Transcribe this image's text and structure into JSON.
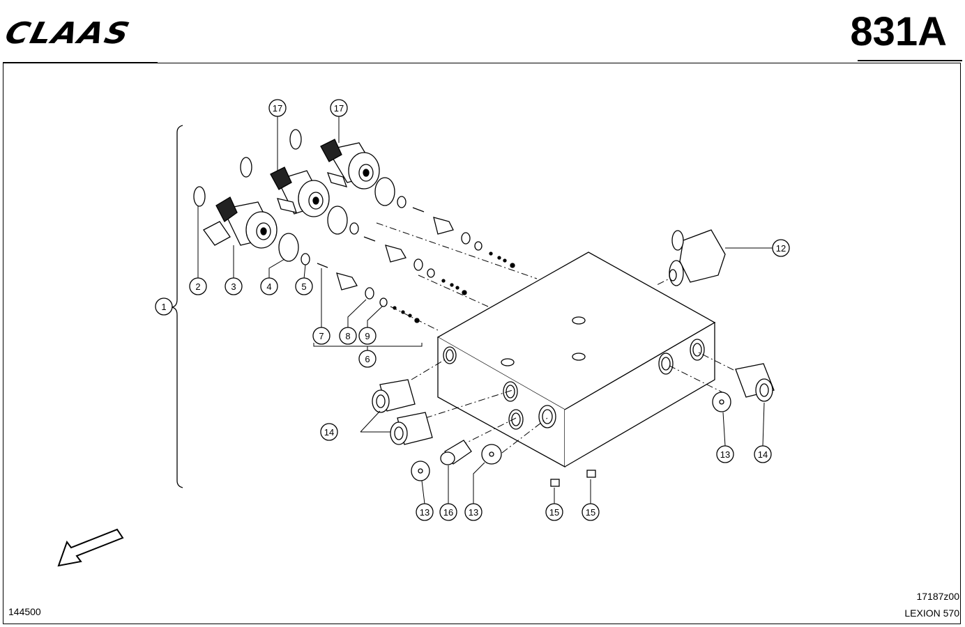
{
  "header": {
    "brand_logo": "CLAAS",
    "page_code": "831A"
  },
  "footer": {
    "doc_number": "144500",
    "drawing_id": "17187z00",
    "model": "LEXION 570"
  },
  "callouts": {
    "c1": "1",
    "c2": "2",
    "c3": "3",
    "c4": "4",
    "c5": "5",
    "c6": "6",
    "c7": "7",
    "c8": "8",
    "c9": "9",
    "c12": "12",
    "c13a": "13",
    "c13b": "13",
    "c13c": "13",
    "c14a": "14",
    "c14b": "14",
    "c15a": "15",
    "c15b": "15",
    "c16": "16",
    "c17a": "17",
    "c17b": "17"
  },
  "icons": {
    "direction": "direction-arrow-icon"
  }
}
